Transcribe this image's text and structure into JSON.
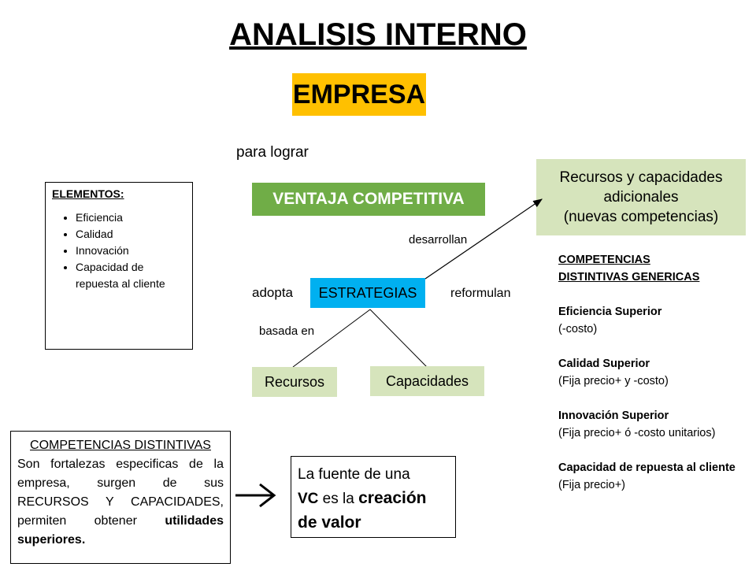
{
  "title": "ANALISIS INTERNO",
  "empresa": "EMPRESA",
  "para_lograr": "para lograr",
  "ventaja": "VENTAJA COMPETITIVA",
  "recursos_adicionales": {
    "line1": "Recursos y capacidades",
    "line2": "adicionales",
    "line3": "(nuevas competencias)"
  },
  "labels": {
    "desarrollan": "desarrollan",
    "adopta": "adopta",
    "reformulan": "reformulan",
    "basada_en": "basada en"
  },
  "estrategias": "ESTRATEGIAS",
  "recursos": "Recursos",
  "capacidades": "Capacidades",
  "elementos": {
    "header": "ELEMENTOS:",
    "items": [
      "Eficiencia",
      "Calidad",
      "Innovación",
      "Capacidad de repuesta al cliente"
    ]
  },
  "competencias_genericas": {
    "header1": "COMPETENCIAS",
    "header2": "DISTINTIVAS GENERICAS",
    "items": [
      {
        "name": "Eficiencia Superior",
        "detail": "(-costo)"
      },
      {
        "name": "Calidad Superior",
        "detail": "(Fija precio+ y -costo)"
      },
      {
        "name": "Innovación Superior",
        "detail": "(Fija precio+  ó  -costo unitarios)"
      },
      {
        "name": "Capacidad de repuesta al cliente",
        "detail": "(Fija precio+)"
      }
    ]
  },
  "competencias_distintivas": {
    "header": "COMPETENCIAS DISTINTIVAS",
    "text1": "Son fortalezas especificas de la empresa, surgen de sus RECURSOS Y CAPACIDADES, permiten obtener ",
    "bold1": "utilidades superiores."
  },
  "fuente": {
    "text1": "La fuente de una",
    "vc": "VC",
    "text2": " es la ",
    "bold1": "creación",
    "bold2": "de valor"
  },
  "colors": {
    "empresa": "#ffc000",
    "ventaja": "#70ad47",
    "estrategias": "#00b0f0",
    "light_green": "#d6e4bc"
  }
}
